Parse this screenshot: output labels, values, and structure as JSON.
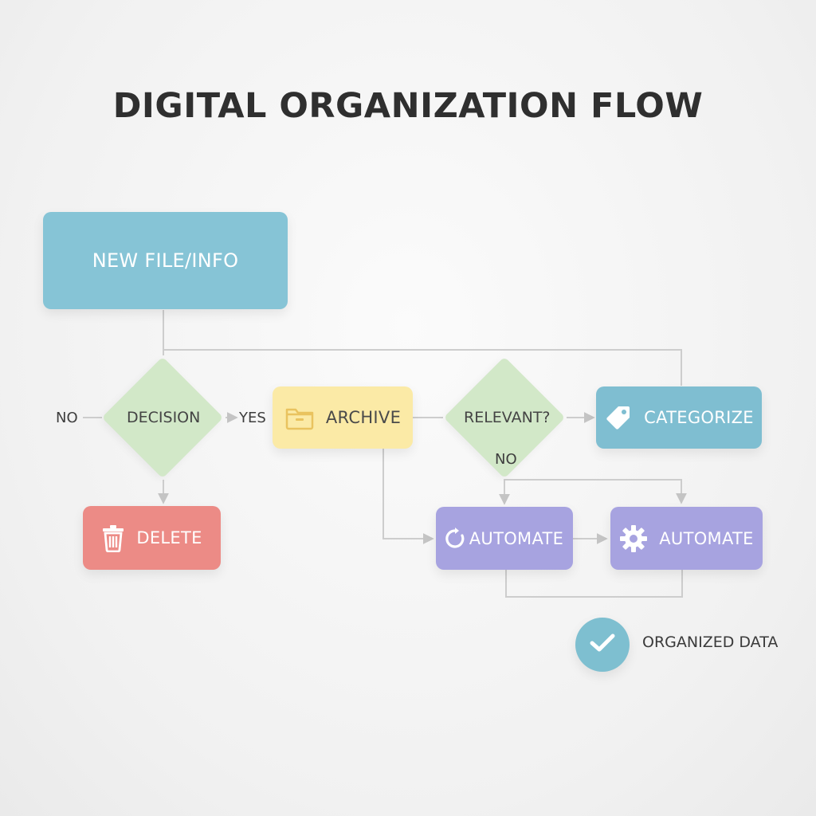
{
  "title": "DIGITAL ORGANIZATION FLOW",
  "nodes": {
    "start": "NEW FILE/INFO",
    "decision": "DECISION",
    "archive": "ARCHIVE",
    "relevant": "RELEVANT?",
    "categorize": "CATEGORIZE",
    "delete": "DELETE",
    "automate_1": "AUTOMATE",
    "automate_2": "AUTOMATE",
    "result": "ORGANIZED DATA"
  },
  "edge_labels": {
    "decision_no": "NO",
    "decision_yes": "YES",
    "relevant_no": "NO"
  },
  "icons": {
    "archive": "folder-icon",
    "categorize": "tag-icon",
    "delete": "trash-icon",
    "automate_1": "refresh-icon",
    "automate_2": "gear-icon",
    "result": "check-icon"
  },
  "colors": {
    "start": "#86c4d6",
    "decision": "#d2e8c8",
    "archive": "#fbeaa6",
    "categorize": "#7fbed1",
    "delete": "#ec8b86",
    "automate": "#a7a3e0",
    "result": "#7ebfd0",
    "connector": "#c9c9c9"
  }
}
